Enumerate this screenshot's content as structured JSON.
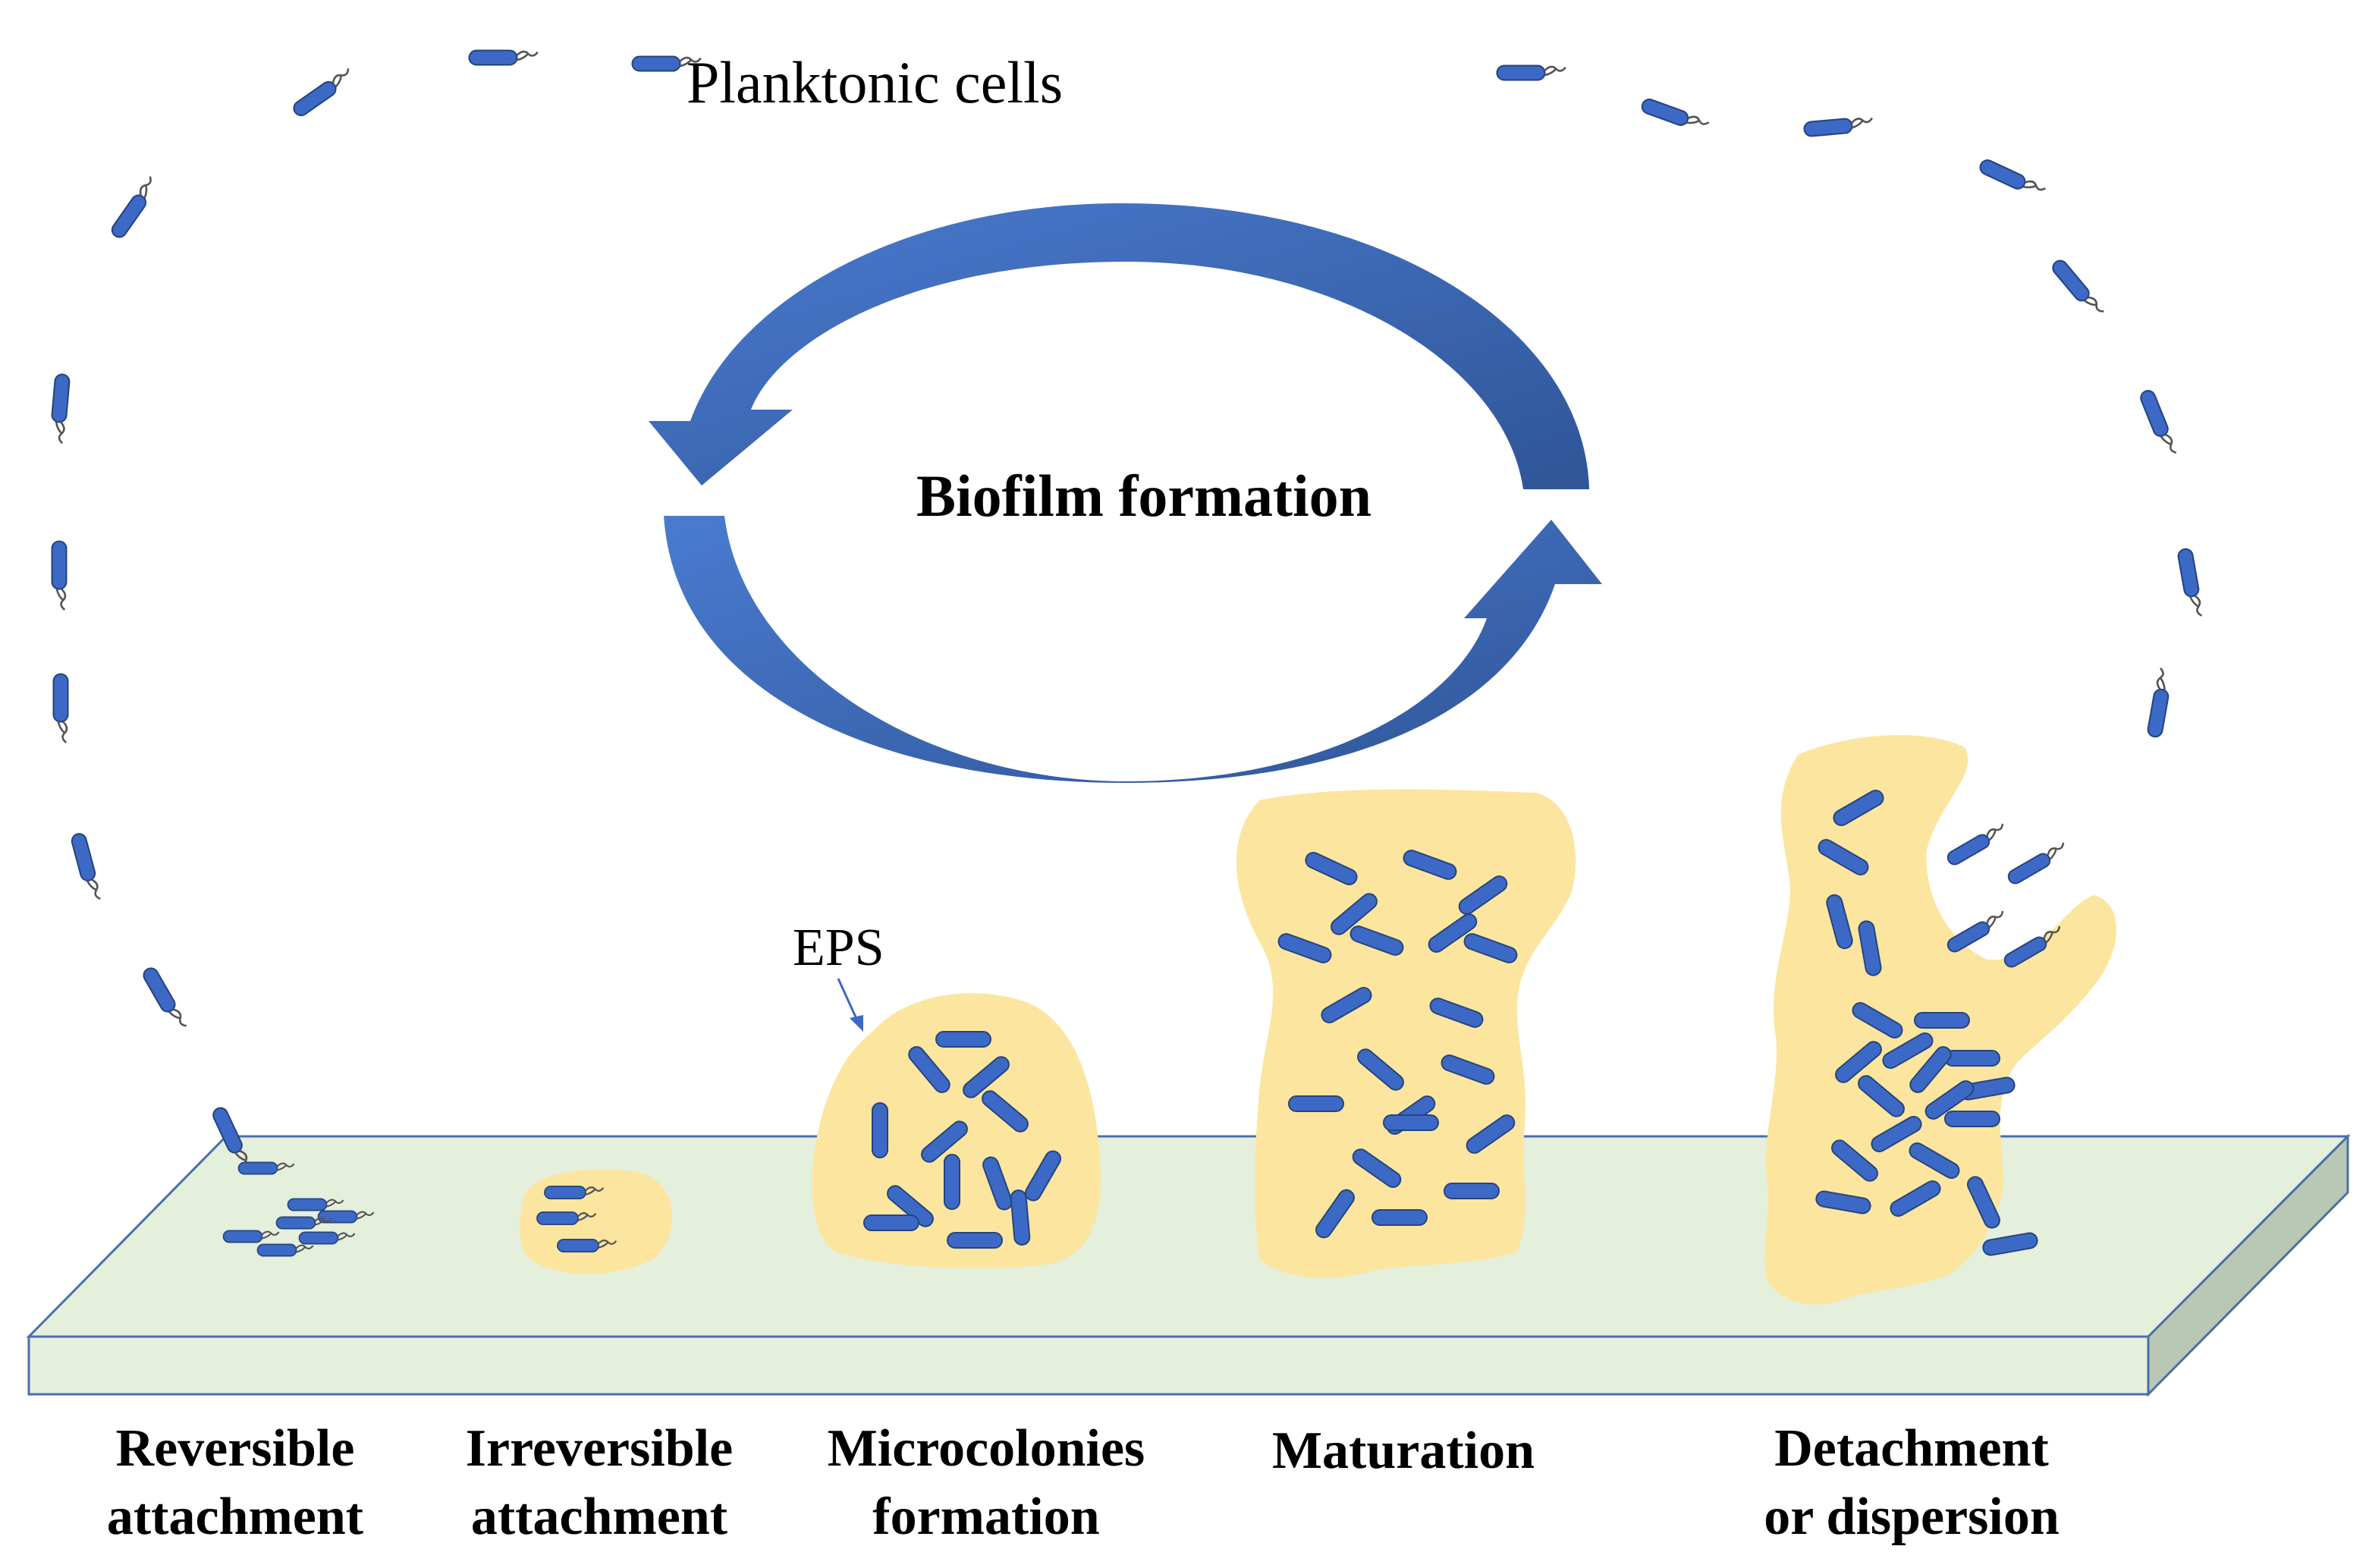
{
  "labels": {
    "planktonic": "Planktonic cells",
    "cycle": "Biofilm formation",
    "eps": "EPS"
  },
  "stages": [
    {
      "line1": "Reversible",
      "line2": "attachment"
    },
    {
      "line1": "Irreversible",
      "line2": "attachment"
    },
    {
      "line1": "Microcolonies",
      "line2": "formation"
    },
    {
      "line1": "Maturation",
      "line2": ""
    },
    {
      "line1": "Detachment",
      "line2": "or dispersion"
    }
  ],
  "colors": {
    "bacteria": "#3d69c6",
    "bacteria_outline": "#24457f",
    "eps": "#fce59e",
    "surface_top": "#e4efdc",
    "surface_side": "#b8c8b2",
    "surface_edge": "#4a6fa8",
    "arrow": "#4472c4",
    "arrow_dark": "#2f5597"
  }
}
